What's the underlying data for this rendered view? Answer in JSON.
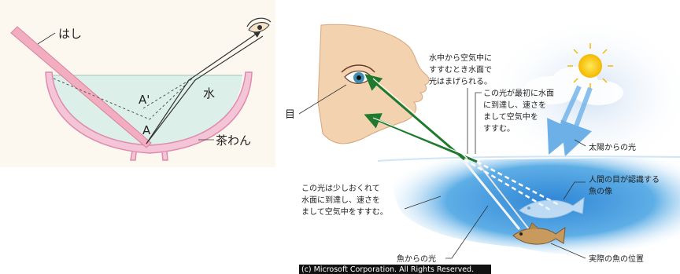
{
  "left_diagram": {
    "chopstick_label": "はし",
    "water_label": "水",
    "bowl_label": "茶わん",
    "point_a": "A",
    "point_a_prime": "A'",
    "colors": {
      "background": "#fdf8ef",
      "bowl": "#e8a2c0",
      "water": "#dcefe9",
      "chopstick": "#f2aec0"
    }
  },
  "right_diagram": {
    "refraction_note": [
      "水中から空気中に",
      "すすむとき水面で",
      "光はまげられる。"
    ],
    "eye_label": "目",
    "first_light_note": [
      "この光が最初に水面",
      "に到達し、速さを",
      "まして空気中を",
      "すすむ。"
    ],
    "sunlight_label": "太陽からの光",
    "late_light_note": [
      "この光は少しおくれて",
      "水面に到達し、速さを",
      "まして空気中をすすむ。"
    ],
    "perceived_image_label": [
      "人間の目が認識する",
      "魚の像"
    ],
    "fish_light_label": "魚からの光",
    "actual_position_label": "実際の魚の位置",
    "copyright": "(c) Microsoft Corporation. All Rights Reserved.",
    "colors": {
      "sky": "#dde9f6",
      "water": "#4b9fe0",
      "skin": "#f3d2b0",
      "sun": "#ffd21f",
      "ray_green": "#1f7a2e"
    }
  }
}
